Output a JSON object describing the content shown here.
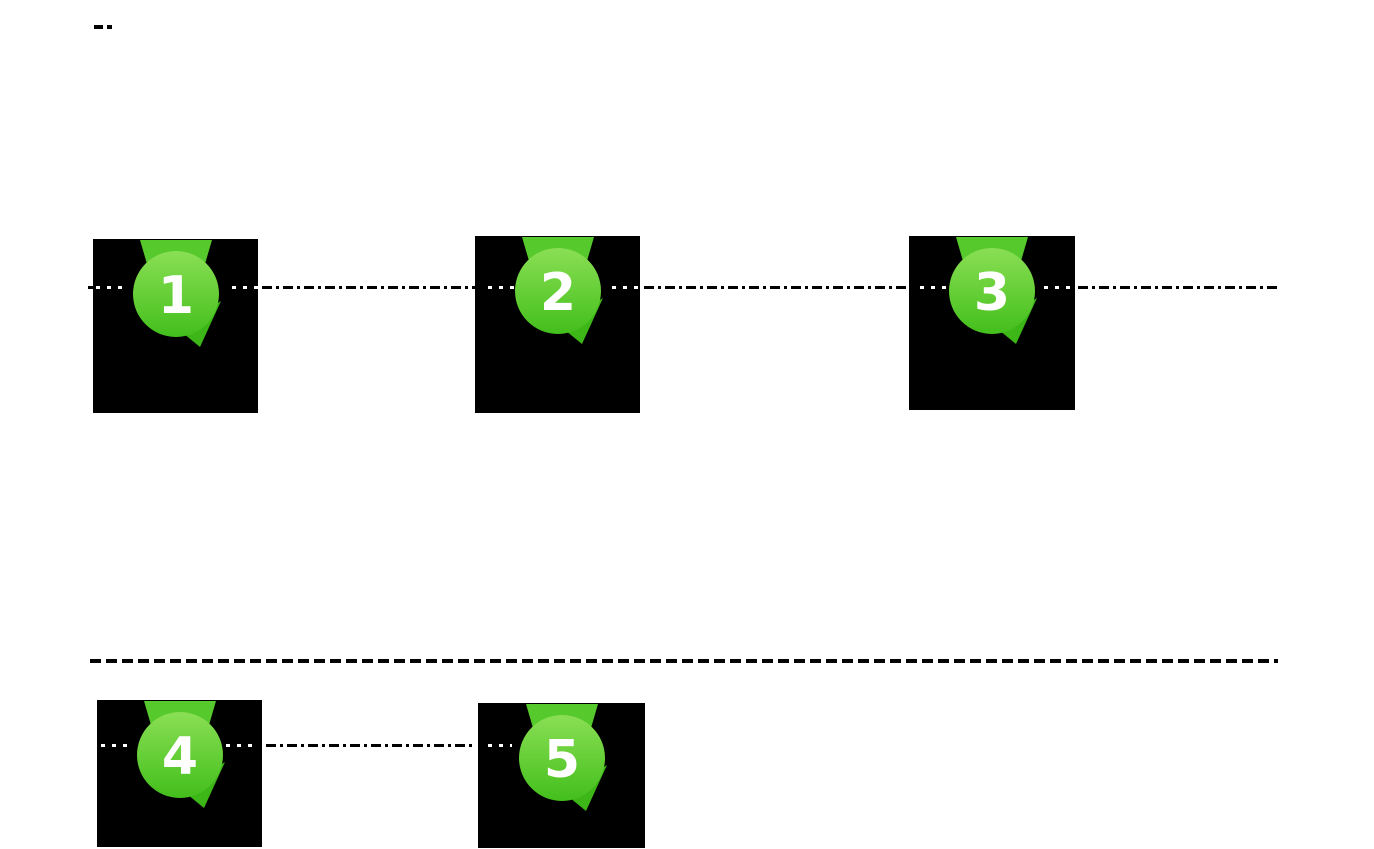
{
  "figure": {
    "type": "numbered-steps-timeline",
    "rows": [
      {
        "step_labels": [
          "1",
          "2",
          "3"
        ]
      },
      {
        "step_labels": [
          "4",
          "5"
        ]
      }
    ]
  },
  "steps": [
    {
      "label": "1"
    },
    {
      "label": "2"
    },
    {
      "label": "3"
    },
    {
      "label": "4"
    },
    {
      "label": "5"
    }
  ],
  "legend_marks": [
    {
      "icon": "dash-mark"
    },
    {
      "icon": "dot-mark"
    }
  ],
  "colors": {
    "background": "#ffffff",
    "card": "#000000",
    "line": "#000000",
    "card_line_dots": "#ffffff",
    "bubble_top": "#8ADF54",
    "bubble_bottom": "#43BF1C",
    "band": "#56C92C",
    "tail": "#3DB717",
    "number": "#ffffff"
  }
}
